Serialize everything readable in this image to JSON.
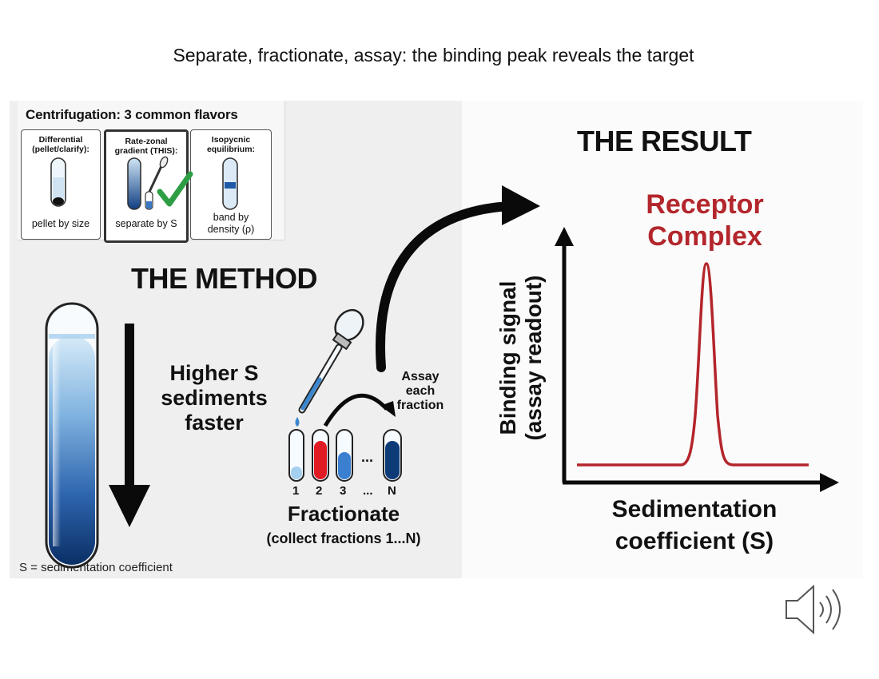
{
  "title": "Separate, fractionate, assay: the binding peak reveals the target",
  "centrifugation": {
    "title": "Centrifugation: 3 common flavors",
    "flavors": [
      {
        "heading": "Differential\n(pellet/clarify):",
        "caption": "pellet by size"
      },
      {
        "heading": "Rate-zonal\ngradient (THIS):",
        "caption": "separate by S",
        "selected": true
      },
      {
        "heading": "Isopycnic\nequilibrium:",
        "caption": "band by\ndensity (ρ)"
      }
    ]
  },
  "method": {
    "heading": "THE METHOD",
    "arrow_text": "Higher S\nsediments\nfaster",
    "assay_label": "Assay\neach\nfraction",
    "fraction_numbers": [
      "1",
      "2",
      "3",
      "...",
      "N"
    ],
    "fraction_dots": "...",
    "fractionate_label": "Fractionate",
    "fractionate_sub": "(collect fractions 1...N)",
    "footnote": "S = sedimentation coefficient"
  },
  "result": {
    "heading": "THE RESULT",
    "peak_label": "Receptor\nComplex",
    "ylabel": "Binding signal\n(assay readout)",
    "xlabel": "Sedimentation\ncoefficient (S)"
  },
  "colors": {
    "peak_red": "#b3262c",
    "tube_blue_dark": "#0d3b78",
    "tube_blue_light": "#d4e8f7",
    "check_green": "#2e9e44",
    "fraction_red": "#e01b24"
  },
  "icons": {
    "speaker": "speaker-icon"
  }
}
